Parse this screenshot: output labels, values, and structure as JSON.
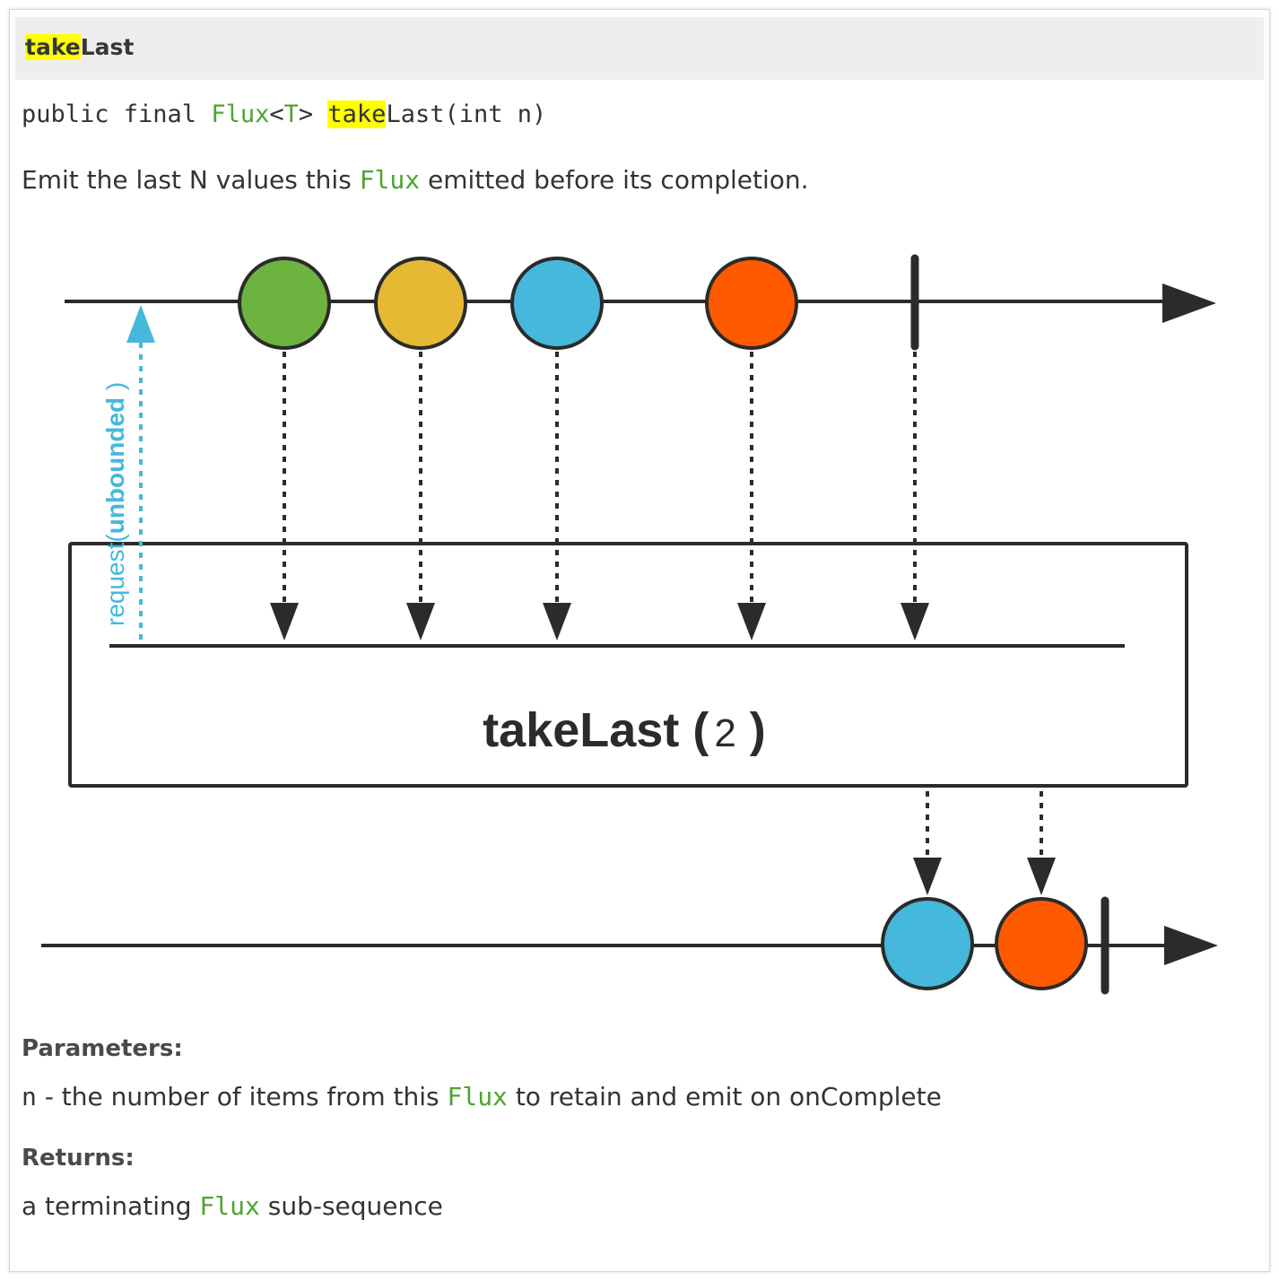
{
  "header": {
    "title_highlight": "take",
    "title_rest": "Last"
  },
  "signature": {
    "modifiers": "public final ",
    "return_type": "Flux",
    "type_open": "<",
    "type_param": "T",
    "type_close": "> ",
    "method_highlight": "take",
    "method_rest": "Last(int n)"
  },
  "description": {
    "before": "Emit the last N values this ",
    "code": "Flux",
    "after": " emitted before its completion."
  },
  "diagram": {
    "request_prefix": "request(",
    "request_bold": "unbounded",
    "request_suffix": " )",
    "operator_name": "takeLast",
    "operator_open": " (",
    "operator_arg": "2",
    "operator_close": " )",
    "colors": {
      "green": "#6db33f",
      "yellow": "#e6b934",
      "blue": "#45b8dc",
      "orange": "#ff5a00",
      "line": "#2b2b2b",
      "request": "#45b8dc"
    }
  },
  "parameters": {
    "label": "Parameters:",
    "param_name": "n",
    "before": " - the number of items from this ",
    "code": "Flux",
    "after": " to retain and emit on onComplete"
  },
  "returns": {
    "label": "Returns:",
    "before": "a terminating ",
    "code": "Flux",
    "after": " sub-sequence"
  }
}
